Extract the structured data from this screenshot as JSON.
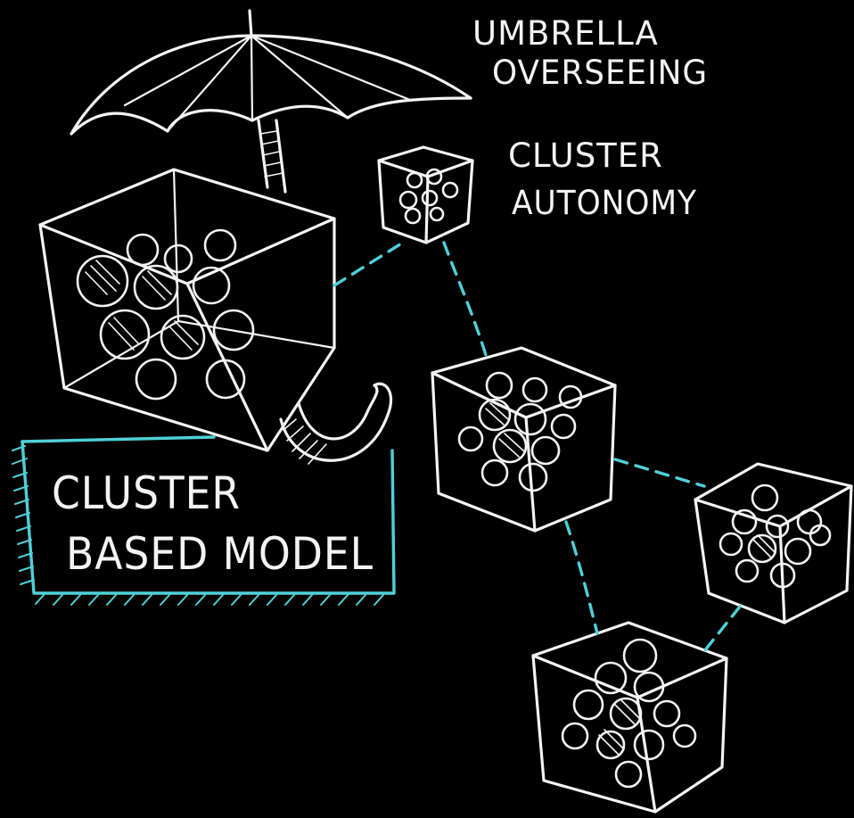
{
  "labels": {
    "umbrella_line1": "UMBRELLA",
    "umbrella_line2": "OVERSEEING",
    "autonomy_line1": "CLUSTER",
    "autonomy_line2": "AUTONOMY",
    "model_line1": "CLUSTER",
    "model_line2": "BASED MODEL"
  },
  "colors": {
    "background": "#000000",
    "chalk": "#f4f4f4",
    "accent": "#4fd0d8"
  }
}
